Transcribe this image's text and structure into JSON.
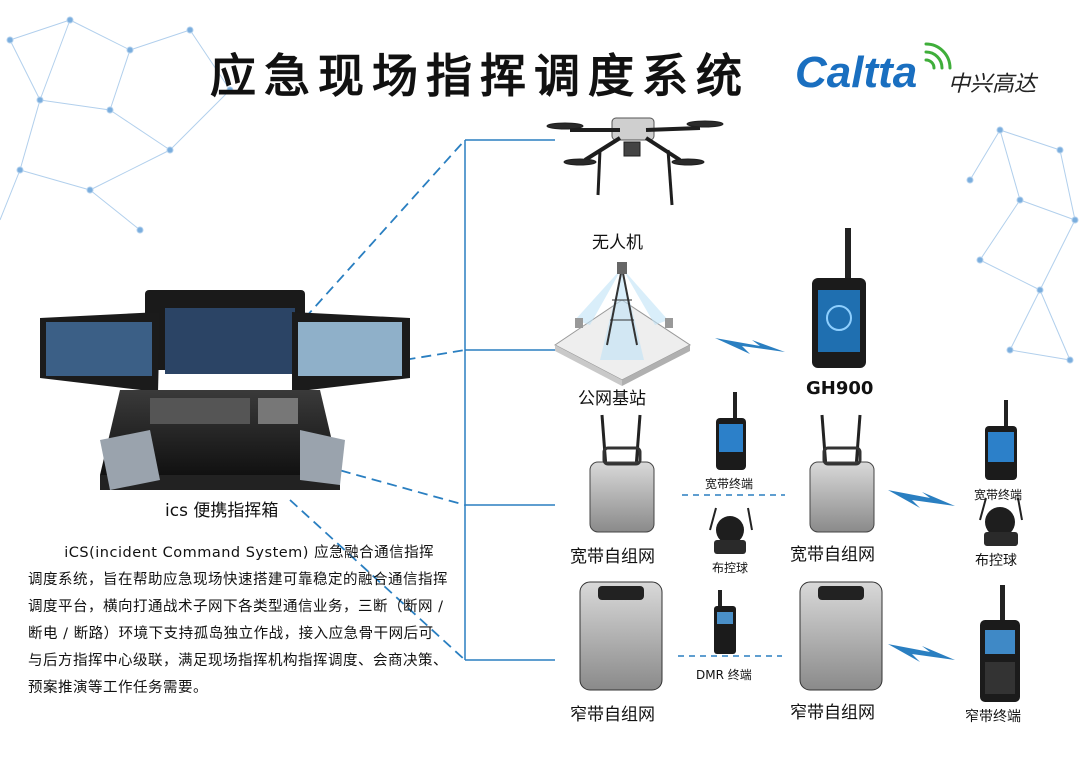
{
  "title": "应急现场指挥调度系统",
  "brand": {
    "name": "Caltta",
    "cn": "中兴高达",
    "color": "#1a6fc0"
  },
  "accent_color": "#2a7fc1",
  "nodes": {
    "drone": "无人机",
    "base_station": "公网基站",
    "gh900": "GH900",
    "ics_box": "ics 便携指挥箱",
    "broadband_mesh_1": "宽带自组网",
    "broadband_mesh_2": "宽带自组网",
    "narrowband_mesh_1": "窄带自组网",
    "narrowband_mesh_2": "窄带自组网",
    "broadband_terminal_mid": "宽带终端",
    "ptz_camera_mid": "布控球",
    "broadband_terminal_right": "宽带终端",
    "ptz_camera_right": "布控球",
    "dmr_terminal": "DMR 终端",
    "narrowband_terminal": "窄带终端"
  },
  "description": "iCS(incident Command System) 应急融合通信指挥调度系统，旨在帮助应急现场快速搭建可靠稳定的融合通信指挥调度平台，横向打通战术子网下各类型通信业务，三断（断网 / 断电 / 断路）环境下支持孤岛独立作战，接入应急骨干网后可与后方指挥中心级联，满足现场指挥机构指挥调度、会商决策、预案推演等工作任务需要。"
}
